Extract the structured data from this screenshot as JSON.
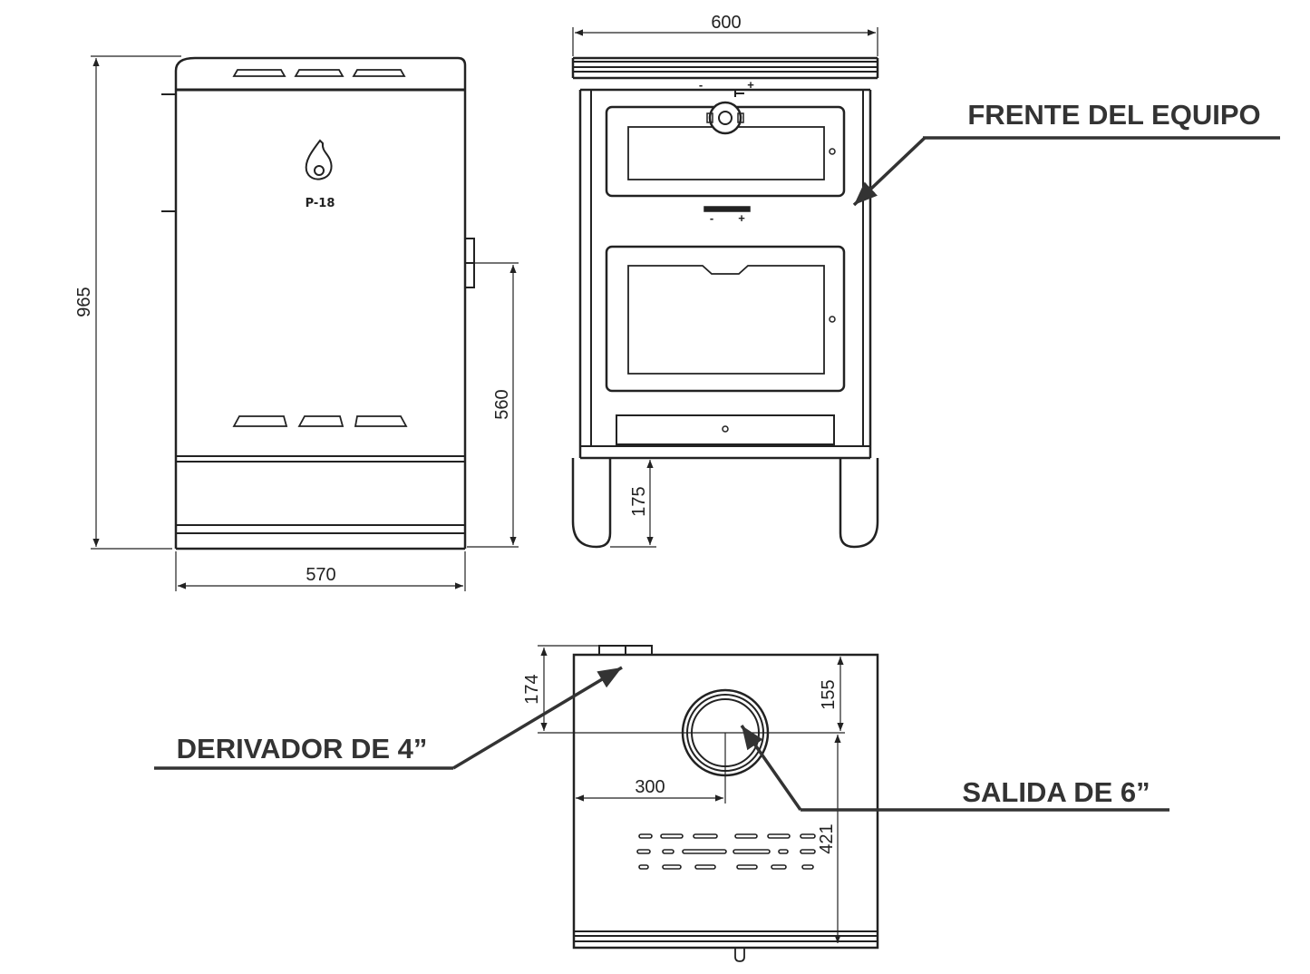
{
  "labels": {
    "frente": "FRENTE DEL EQUIPO",
    "derivador": "DERIVADOR DE 4”",
    "salida": "SALIDA DE 6”"
  },
  "dimensions": {
    "height_total": "965",
    "depth": "570",
    "width": "600",
    "chimney_height": "560",
    "leg_height": "175",
    "derivador_offset": "174",
    "outlet_top_offset": "155",
    "outlet_side_offset": "300",
    "outlet_rear_offset": "421"
  },
  "side_view": {
    "model": "P-18"
  },
  "front_view": {
    "minus": "-",
    "plus": "+"
  },
  "colors": {
    "line": "#222222",
    "label": "#333333"
  }
}
